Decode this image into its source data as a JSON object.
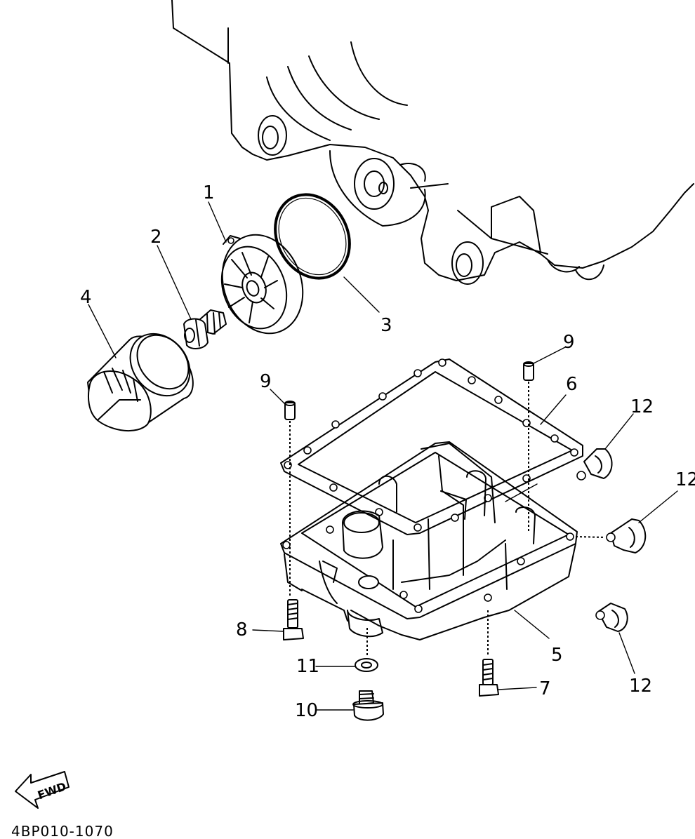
{
  "diagram": {
    "figure_code": "4BP010-1070",
    "fwd_label": "FWD",
    "callouts": {
      "c1": "1",
      "c2": "2",
      "c3": "3",
      "c4": "4",
      "c5": "5",
      "c6": "6",
      "c7": "7",
      "c8": "8",
      "c9a": "9",
      "c9b": "9",
      "c10": "10",
      "c11": "11",
      "c12a": "12",
      "c12b": "12",
      "c12c": "12"
    }
  }
}
